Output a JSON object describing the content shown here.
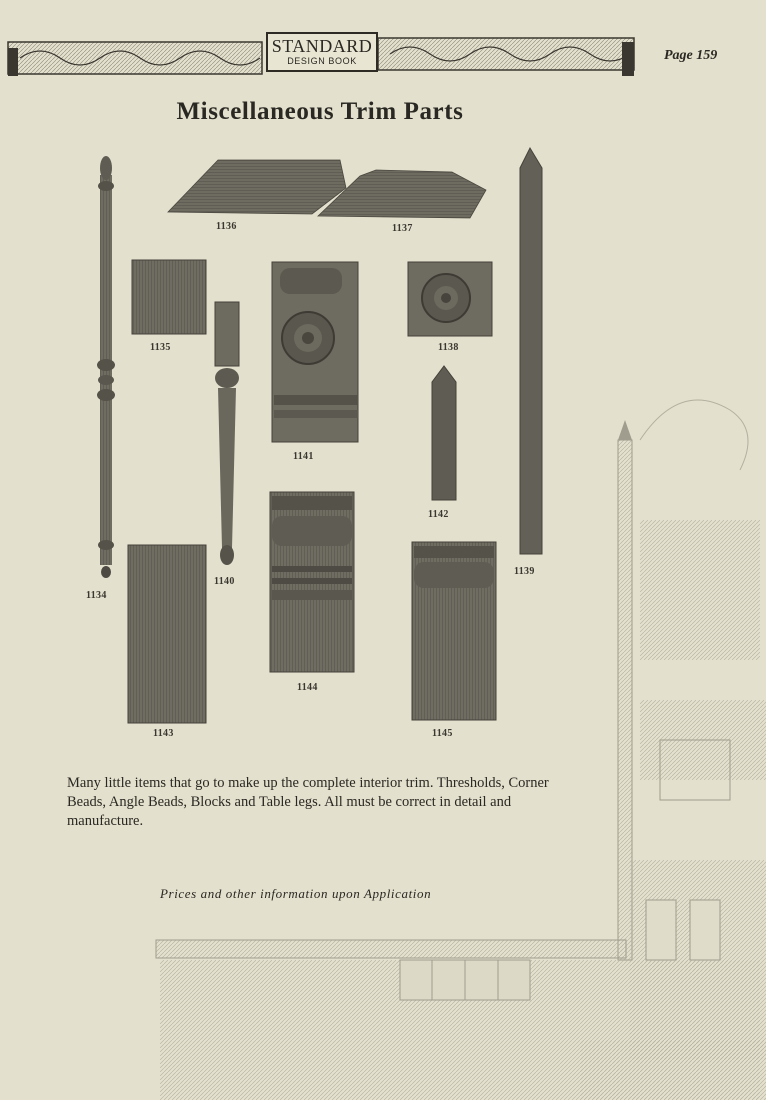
{
  "header": {
    "logo_line1": "STANDARD",
    "logo_line2": "DESIGN BOOK",
    "page_number": "Page 159"
  },
  "title": "Miscellaneous Trim Parts",
  "parts": [
    {
      "id": "1134"
    },
    {
      "id": "1135"
    },
    {
      "id": "1136"
    },
    {
      "id": "1137"
    },
    {
      "id": "1138"
    },
    {
      "id": "1139"
    },
    {
      "id": "1140"
    },
    {
      "id": "1141"
    },
    {
      "id": "1142"
    },
    {
      "id": "1143"
    },
    {
      "id": "1144"
    },
    {
      "id": "1145"
    }
  ],
  "description": "Many little items that go to make up the complete interior trim. Thresholds, Corner Beads, Angle Beads, Blocks and Table legs. All must be correct in detail and manufacture.",
  "prices_note": "Prices and other information upon Application"
}
